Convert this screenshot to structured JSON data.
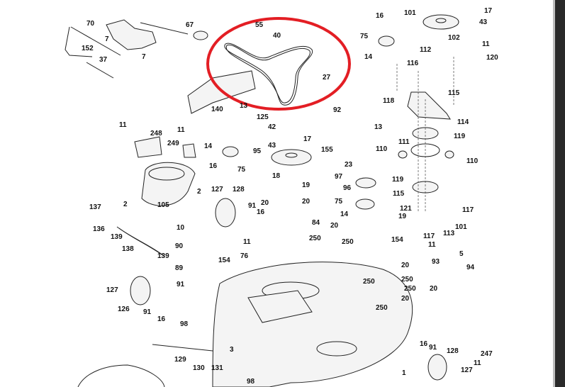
{
  "title": "Mower deck parts diagram",
  "highlight_color": "#e31e24",
  "highlighted_part": "27",
  "part_labels": [
    "70",
    "67",
    "7",
    "152",
    "7",
    "37",
    "55",
    "40",
    "27",
    "140",
    "13",
    "125",
    "42",
    "95",
    "14",
    "16",
    "75",
    "43",
    "17",
    "18",
    "19",
    "11",
    "248",
    "11",
    "249",
    "2",
    "2",
    "105",
    "127",
    "128",
    "91",
    "16",
    "137",
    "136",
    "139",
    "138",
    "139",
    "10",
    "90",
    "89",
    "91",
    "20",
    "20",
    "84",
    "11",
    "76",
    "154",
    "250",
    "20",
    "250",
    "92",
    "155",
    "23",
    "97",
    "96",
    "75",
    "14",
    "16",
    "101",
    "75",
    "14",
    "112",
    "102",
    "17",
    "43",
    "11",
    "120",
    "116",
    "118",
    "115",
    "114",
    "13",
    "119",
    "111",
    "110",
    "110",
    "119",
    "115",
    "121",
    "19",
    "117",
    "113",
    "101",
    "117",
    "154",
    "11",
    "93",
    "5",
    "94",
    "20",
    "250",
    "250",
    "250",
    "20",
    "20",
    "250",
    "127",
    "126",
    "91",
    "16",
    "98",
    "3",
    "129",
    "130",
    "131",
    "16",
    "91",
    "128",
    "127",
    "247",
    "11",
    "98",
    "1"
  ]
}
